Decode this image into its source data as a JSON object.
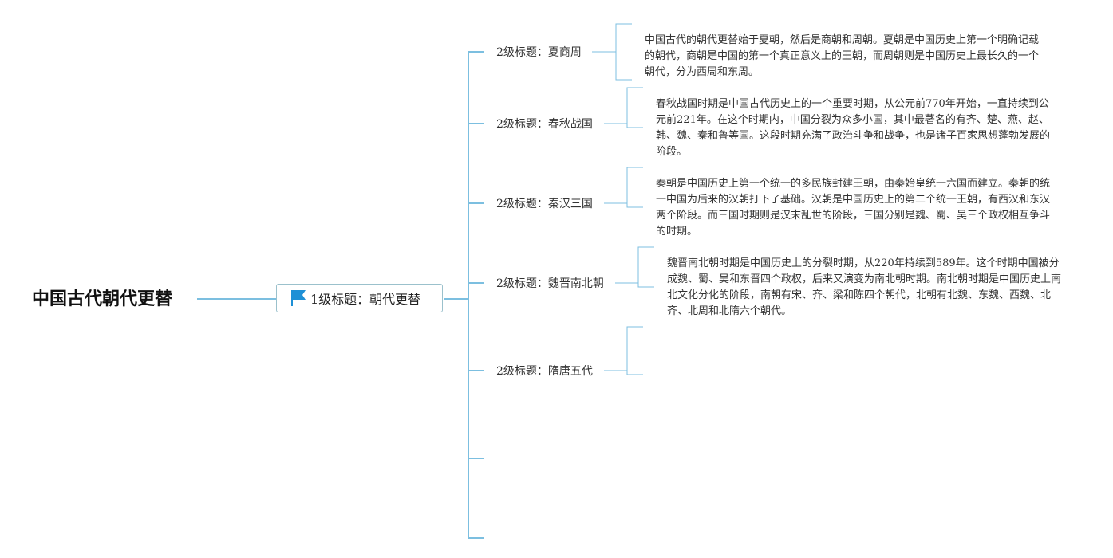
{
  "root": {
    "title": "中国古代朝代更替"
  },
  "level1": {
    "title": "1级标题：朝代更替",
    "icon": "flag-icon",
    "icon_color": "#1e90d6"
  },
  "connector_color": "#7cbfe0",
  "branches": [
    {
      "title": "2级标题：夏商周",
      "detail": "中国古代的朝代更替始于夏朝，然后是商朝和周朝。夏朝是中国历史上第一个明确记载的朝代，商朝是中国的第一个真正意义上的王朝，而周朝则是中国历史上最长久的一个朝代，分为西周和东周。"
    },
    {
      "title": "2级标题：春秋战国",
      "detail": "春秋战国时期是中国古代历史上的一个重要时期，从公元前770年开始，一直持续到公元前221年。在这个时期内，中国分裂为众多小国，其中最著名的有齐、楚、燕、赵、韩、魏、秦和鲁等国。这段时期充满了政治斗争和战争，也是诸子百家思想蓬勃发展的阶段。"
    },
    {
      "title": "2级标题：秦汉三国",
      "detail": "秦朝是中国历史上第一个统一的多民族封建王朝，由秦始皇统一六国而建立。秦朝的统一中国为后来的汉朝打下了基础。汉朝是中国历史上的第二个统一王朝，有西汉和东汉两个阶段。而三国时期则是汉末乱世的阶段，三国分别是魏、蜀、吴三个政权相互争斗的时期。"
    },
    {
      "title": "2级标题：魏晋南北朝",
      "detail": "魏晋南北朝时期是中国历史上的分裂时期，从220年持续到589年。这个时期中国被分成魏、蜀、吴和东晋四个政权，后来又演变为南北朝时期。南北朝时期是中国历史上南北文化分化的阶段，南朝有宋、齐、梁和陈四个朝代，北朝有北魏、东魏、西魏、北齐、北周和北隋六个朝代。"
    },
    {
      "title": "2级标题：隋唐五代",
      "detail": ""
    }
  ]
}
